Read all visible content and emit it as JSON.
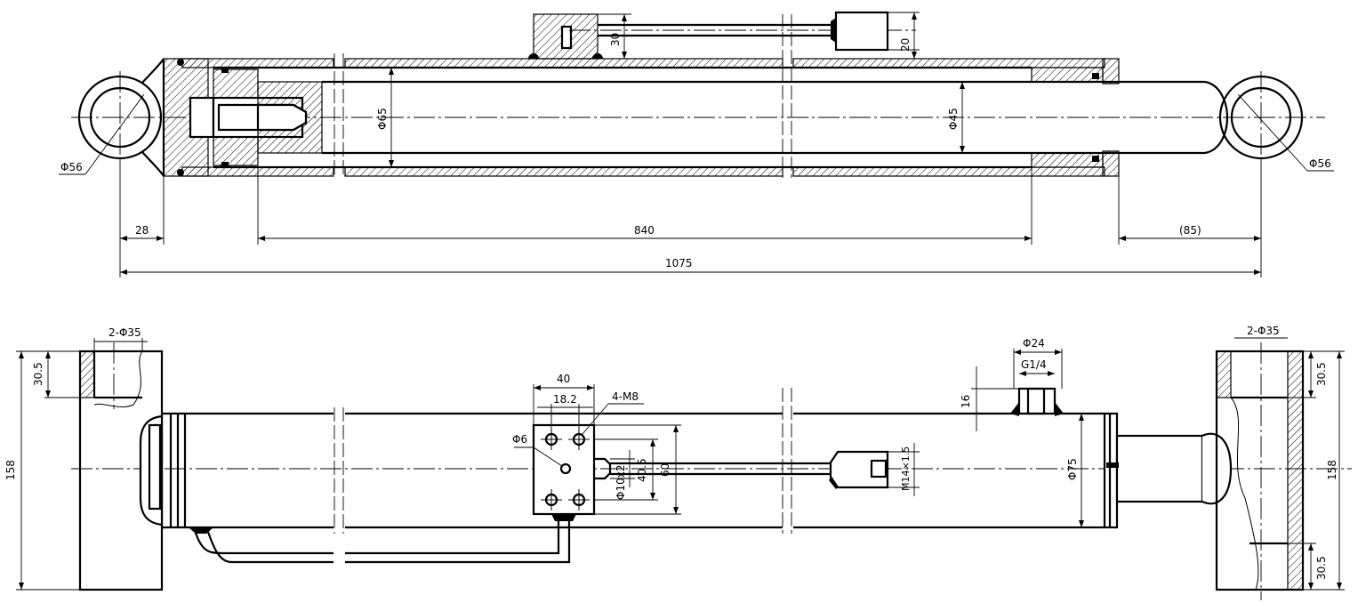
{
  "top_view": {
    "dims": {
      "eye_dia_left": "Φ56",
      "eye_dia_right": "Φ56",
      "bore": "Φ65",
      "rod": "Φ45",
      "port_height": "30",
      "port_offset": "20",
      "head_length": "28",
      "stroke": "840",
      "rod_extension": "(85)",
      "total_length": "1075"
    }
  },
  "bottom_view": {
    "dims": {
      "pin_holes_left": "2-Φ35",
      "pin_holes_right": "2-Φ35",
      "lug_offset_left": "30.5",
      "lug_offset_right_top": "30.5",
      "lug_offset_right_bottom": "30.5",
      "lug_height_left": "158",
      "lug_height_right": "158",
      "block_width": "40",
      "hole_spacing": "18.2",
      "mount_threads": "4-M8",
      "small_hole": "Φ6",
      "port_dia": "Φ10x2",
      "hole_vert": "40.5",
      "block_height": "60",
      "fitting_thread": "M14×1.5",
      "barrel_dia": "Φ75",
      "boss_dia": "Φ24",
      "boss_thread": "G1/4",
      "boss_height": "16"
    }
  }
}
